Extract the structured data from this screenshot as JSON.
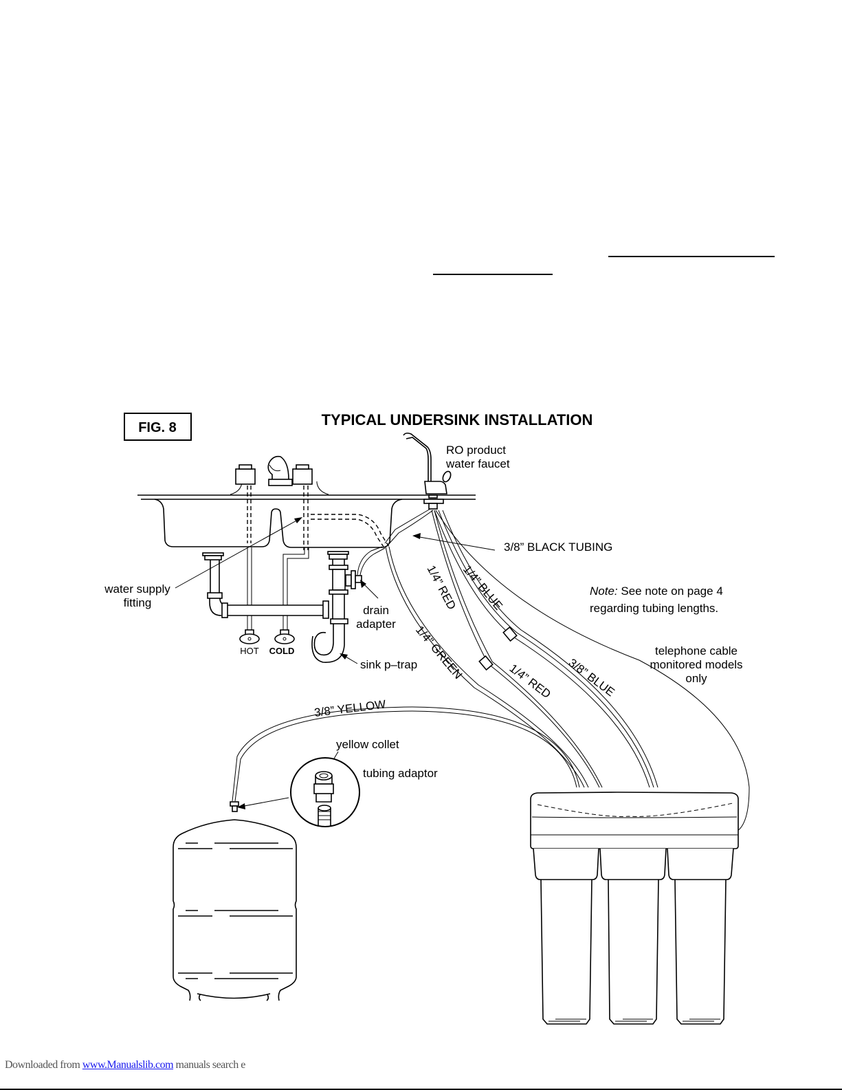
{
  "figure": {
    "fig_label": "FIG. 8",
    "title": "TYPICAL UNDERSINK INSTALLATION"
  },
  "labels": {
    "faucet_line1": "RO product",
    "faucet_line2": "water faucet",
    "black_tubing": "3/8” BLACK TUBING",
    "water_supply_line1": "water supply",
    "water_supply_line2": "fitting",
    "drain_line1": "drain",
    "drain_line2": "adapter",
    "hot": "HOT",
    "cold": "COLD",
    "p_trap": "sink p–trap",
    "red_upper": "1/4”  RED",
    "blue_upper": "1/4”  BLUE",
    "green": "1/4”  GREEN",
    "red_lower": "1/4”  RED",
    "blue_lower": "3/8”  BLUE",
    "yellow": "3/8”   YELLOW",
    "note_prefix": "Note:",
    "note_line1": " See note on page 4",
    "note_line2": "regarding tubing lengths.",
    "phone_line1": "telephone cable",
    "phone_line2": "monitored models",
    "phone_line3": "only",
    "yellow_collet": "yellow collet",
    "tubing_adaptor": "tubing adaptor"
  },
  "footer": {
    "prefix": "Downloaded from ",
    "link_text": "www.Manualslib.com",
    "suffix": "  manuals search e"
  }
}
